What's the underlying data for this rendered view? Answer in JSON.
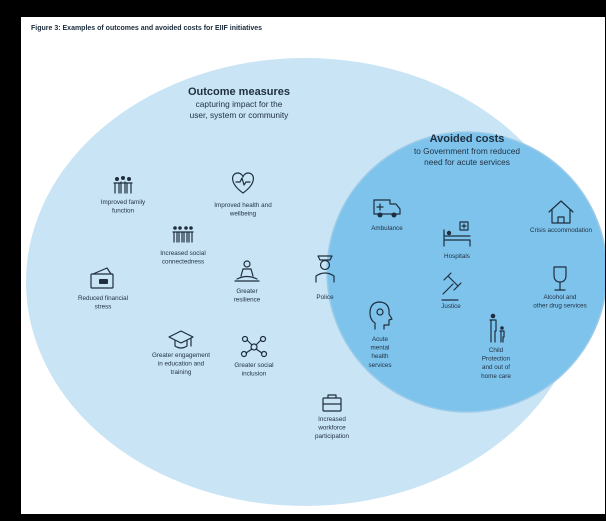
{
  "figure": {
    "title": "Figure 3: Examples of outcomes and avoided costs for EIIF initiatives"
  },
  "outcome": {
    "heading": "Outcome measures",
    "sub1": "capturing impact for the",
    "sub2": "user, system or community",
    "color": "#c8e4f5",
    "items": [
      {
        "icon": "family-icon",
        "lines": [
          "Improved family",
          "function"
        ]
      },
      {
        "icon": "heart-pulse-icon",
        "lines": [
          "Improved health and",
          "wellbeing"
        ]
      },
      {
        "icon": "people-group-icon",
        "lines": [
          "Increased social",
          "connectedness"
        ]
      },
      {
        "icon": "wallet-icon",
        "lines": [
          "Reduced financial",
          "stress"
        ]
      },
      {
        "icon": "meditation-icon",
        "lines": [
          "Greater",
          "resilience"
        ]
      },
      {
        "icon": "graduation-cap-icon",
        "lines": [
          "Greater engagement",
          "in education and",
          "training"
        ]
      },
      {
        "icon": "network-icon",
        "lines": [
          "Greater social",
          "inclusion"
        ]
      },
      {
        "icon": "briefcase-icon",
        "lines": [
          "Increased",
          "workforce",
          "participation"
        ]
      }
    ]
  },
  "avoided": {
    "heading": "Avoided costs",
    "sub1": "to Government from reduced",
    "sub2": "need for acute services",
    "color": "#7ec3ec",
    "items": [
      {
        "icon": "ambulance-icon",
        "lines": [
          "Ambulance"
        ]
      },
      {
        "icon": "hospital-bed-icon",
        "lines": [
          "Hospitals"
        ]
      },
      {
        "icon": "house-icon",
        "lines": [
          "Crisis accommodation"
        ]
      },
      {
        "icon": "police-officer-icon",
        "lines": [
          "Police"
        ]
      },
      {
        "icon": "gavel-icon",
        "lines": [
          "Justice"
        ]
      },
      {
        "icon": "wine-glass-icon",
        "lines": [
          "Alcohol and",
          "other drug services"
        ]
      },
      {
        "icon": "head-mind-icon",
        "lines": [
          "Acute",
          "mental",
          "health",
          "services"
        ]
      },
      {
        "icon": "parent-child-icon",
        "lines": [
          "Child",
          "Protection",
          "and out of",
          "home care"
        ]
      }
    ]
  }
}
